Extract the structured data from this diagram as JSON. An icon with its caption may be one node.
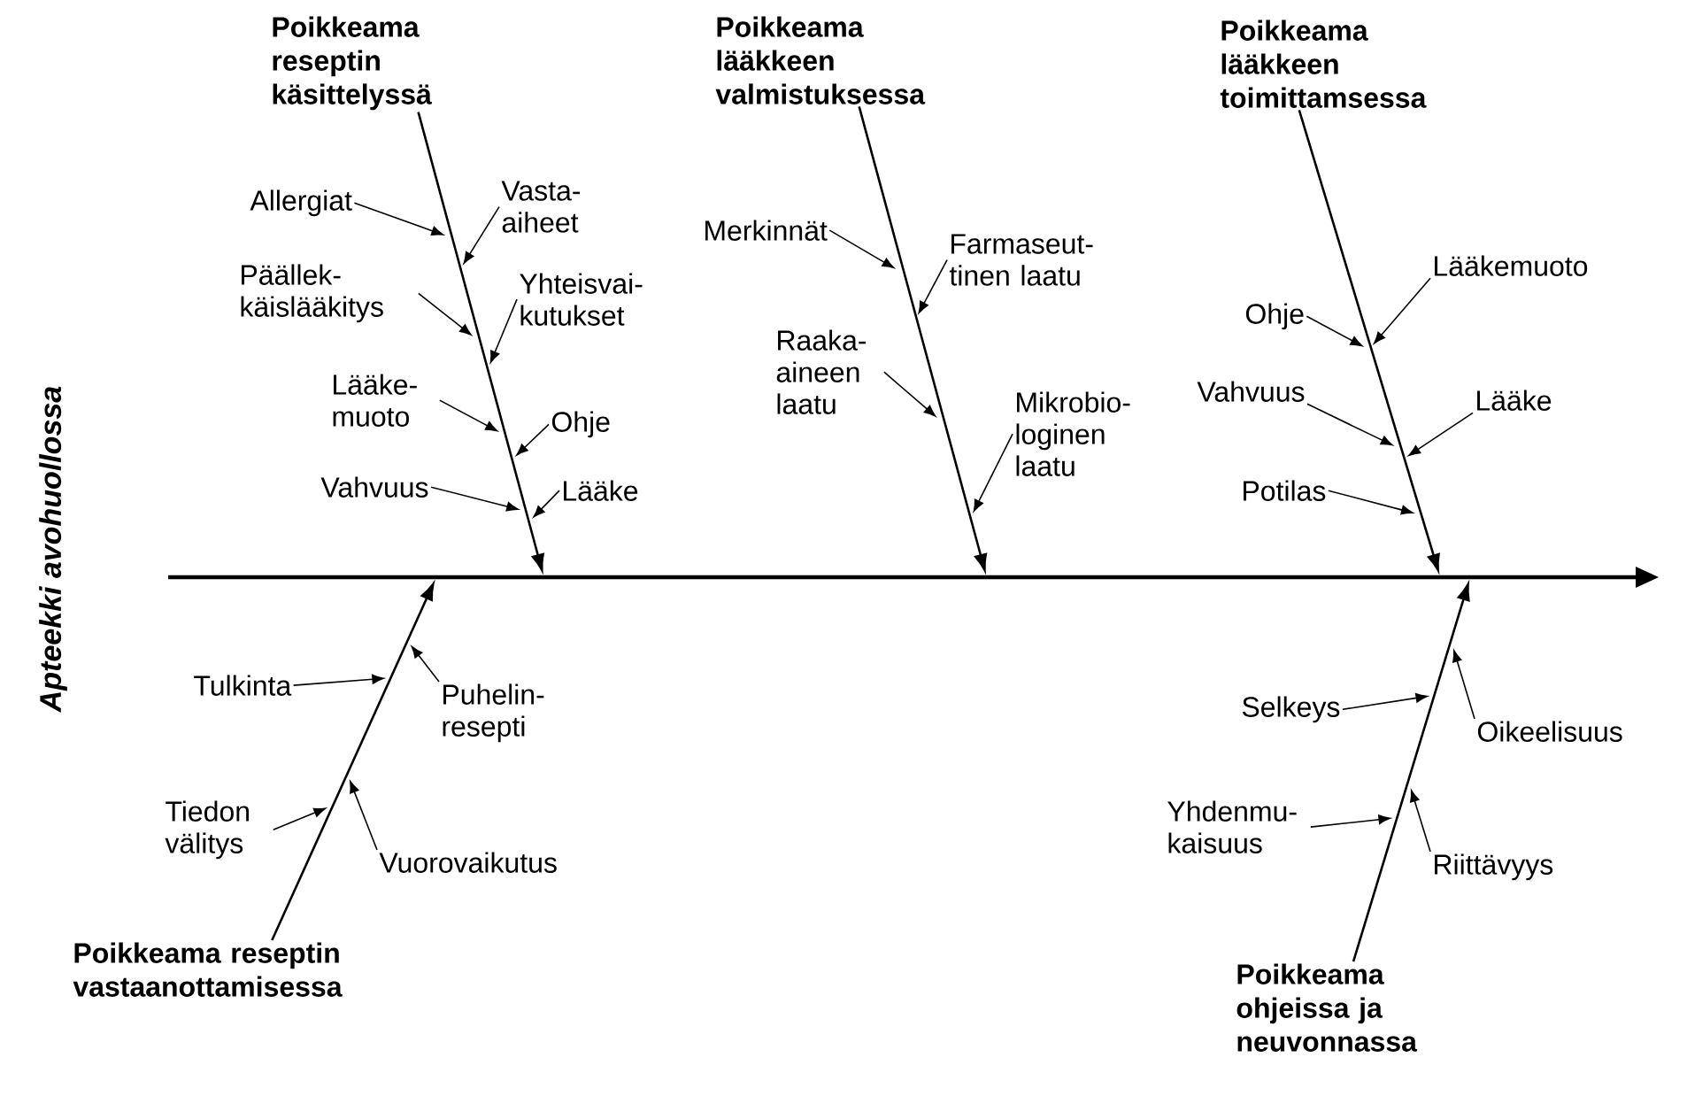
{
  "diagram": {
    "nodes": [
      {
        "text": [
          "Poikkeama reseptin käsittelyssä"
        ]
      },
      {
        "text": [
          "Allergiat"
        ]
      },
      {
        "text": [
          "Vasta- aiheet"
        ]
      },
      {
        "text": [
          "Päällek- käislääkitys"
        ]
      },
      {
        "text": [
          "Yhteisvai- kutukset"
        ]
      },
      {
        "text": [
          "Lääke- muoto"
        ]
      },
      {
        "text": [
          "Ohje"
        ]
      },
      {
        "text": [
          "Vahvuus"
        ]
      },
      {
        "text": [
          "Lääke"
        ]
      },
      {
        "text": [
          "Poikkeama lääkkeen valmistuksessa"
        ]
      },
      {
        "text": [
          "Merkinnät"
        ]
      },
      {
        "text": [
          "Farmaseut- tinen laatu"
        ]
      },
      {
        "text": [
          "Raaka- aineen laatu"
        ]
      },
      {
        "text": [
          "Mikrobio- loginen laatu"
        ]
      },
      {
        "text": [
          "Poikkeama lääkkeen toimittamsessa"
        ]
      },
      {
        "text": [
          "Lääkemuoto"
        ]
      },
      {
        "text": [
          "Ohje"
        ]
      },
      {
        "text": [
          "Vahvuus"
        ]
      },
      {
        "text": [
          "Lääke"
        ]
      },
      {
        "text": [
          "Potilas"
        ]
      },
      {
        "text": [],
        "shape": "line"
      },
      {
        "text": [
          "Tulkinta"
        ]
      },
      {
        "text": [
          "Puhelin- resepti"
        ]
      },
      {
        "text": [
          "Tiedon välitys"
        ]
      },
      {
        "text": [
          "Vuorovaikutus"
        ]
      },
      {
        "text": [
          "Poikkeama reseptin vastaanottamisessa"
        ]
      },
      {
        "text": [
          "Selkeys"
        ]
      },
      {
        "text": [
          "Oikeelisuus"
        ]
      },
      {
        "text": [
          "Yhdenmu- kaisuus"
        ]
      },
      {
        "text": [
          "Riittävyys"
        ]
      },
      {
        "text": [
          "Poikkeama ohjeissa ja neuvonnassa"
        ]
      }
    ],
    "edges": [
      {
        "from": 0,
        "to": 20,
        "arrow": "to"
      },
      {
        "from": 9,
        "to": 20,
        "arrow": "to"
      },
      {
        "from": 14,
        "to": 20,
        "arrow": "to"
      },
      {
        "from": 25,
        "to": 20,
        "arrow": "to"
      },
      {
        "from": 30,
        "to": 20,
        "arrow": "to"
      },
      {
        "from": 1,
        "to": null,
        "arrow": "to"
      },
      {
        "from": 2,
        "to": null,
        "arrow": "to"
      },
      {
        "from": 3,
        "to": null,
        "arrow": "to"
      },
      {
        "from": 4,
        "to": null,
        "arrow": "to"
      },
      {
        "from": 5,
        "to": null,
        "arrow": "to"
      },
      {
        "from": 6,
        "to": null,
        "arrow": "to"
      },
      {
        "from": 7,
        "to": null,
        "arrow": "to"
      },
      {
        "from": 8,
        "to": null,
        "arrow": "to"
      },
      {
        "from": 10,
        "to": null,
        "arrow": "to"
      },
      {
        "from": 11,
        "to": null,
        "arrow": "to"
      },
      {
        "from": 12,
        "to": null,
        "arrow": "to"
      },
      {
        "from": 13,
        "to": null,
        "arrow": "to"
      },
      {
        "from": 15,
        "to": null,
        "arrow": "to"
      },
      {
        "from": 16,
        "to": null,
        "arrow": "to"
      },
      {
        "from": 17,
        "to": null,
        "arrow": "to"
      },
      {
        "from": 18,
        "to": null,
        "arrow": "to"
      },
      {
        "from": 19,
        "to": null,
        "arrow": "to"
      },
      {
        "from": 21,
        "to": null,
        "arrow": "to"
      },
      {
        "from": 22,
        "to": null,
        "arrow": "to"
      },
      {
        "from": 23,
        "to": null,
        "arrow": "to"
      },
      {
        "from": 24,
        "to": null,
        "arrow": "to"
      },
      {
        "from": 26,
        "to": null,
        "arrow": "to"
      },
      {
        "from": 27,
        "to": null,
        "arrow": "to"
      },
      {
        "from": 28,
        "to": null,
        "arrow": "to"
      },
      {
        "from": 29,
        "to": null,
        "arrow": "to"
      }
    ],
    "labels": [
      "Apteekki avohuollossa"
    ]
  }
}
